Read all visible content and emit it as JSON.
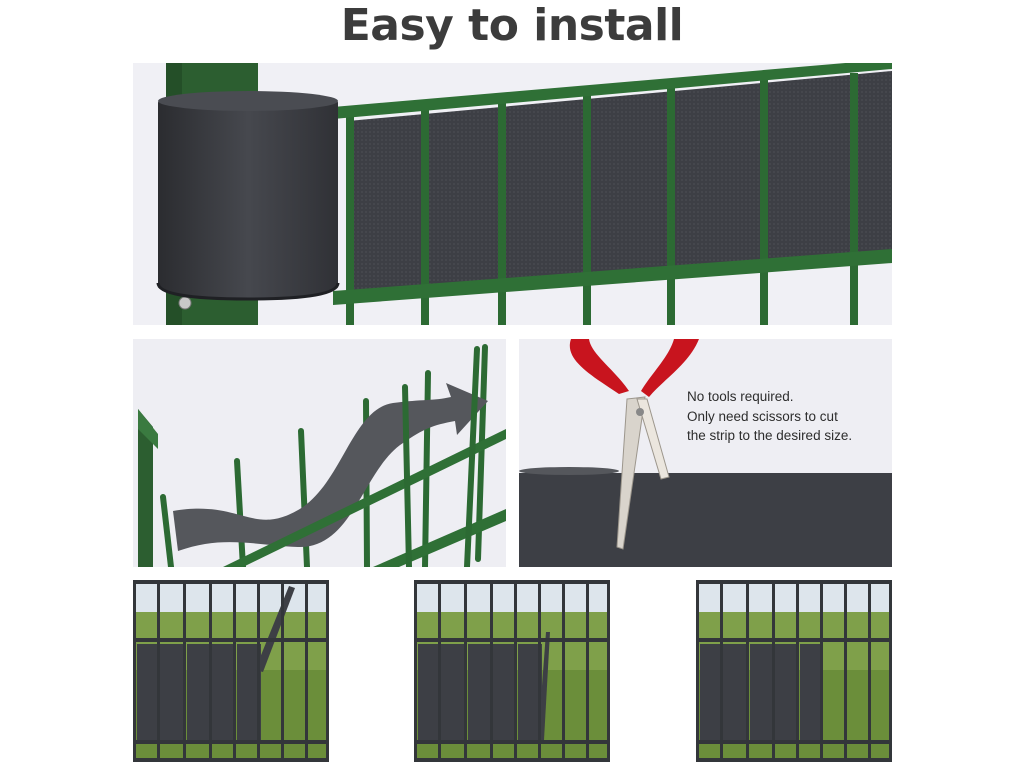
{
  "header": {
    "title": "Easy to install"
  },
  "scissors_panel": {
    "caption_line1": "No tools required.",
    "caption_line2": "Only need scissors to cut",
    "caption_line3": "the strip to the desired size."
  },
  "colors": {
    "fence_green": "#2c5e30",
    "strip_anthracite": "#3d3f45",
    "scissor_handle_red": "#c8141e",
    "grass_green": "#7fa04a"
  },
  "icons": [
    "arrow-icon",
    "scissors-icon"
  ]
}
